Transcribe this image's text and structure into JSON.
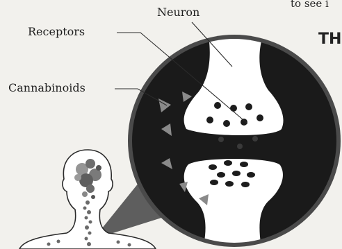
{
  "labels": {
    "neuron": "Neuron",
    "receptors": "Receptors",
    "cannabinoids": "Cannabinoids"
  },
  "cropped_text": {
    "top_right": "to see i",
    "heading": "TH"
  },
  "colors": {
    "background": "#f2f1ed",
    "synapse_cleft": "#1a1a1a",
    "neuron_body": "#ffffff",
    "receptor_dots": "#1c1c1c",
    "cannabinoid_arrows": "#8a8a8a"
  },
  "icons": {
    "human_silhouette": "head-and-shoulders-outline",
    "cannabinoid_marker": "triangle-arrow"
  }
}
